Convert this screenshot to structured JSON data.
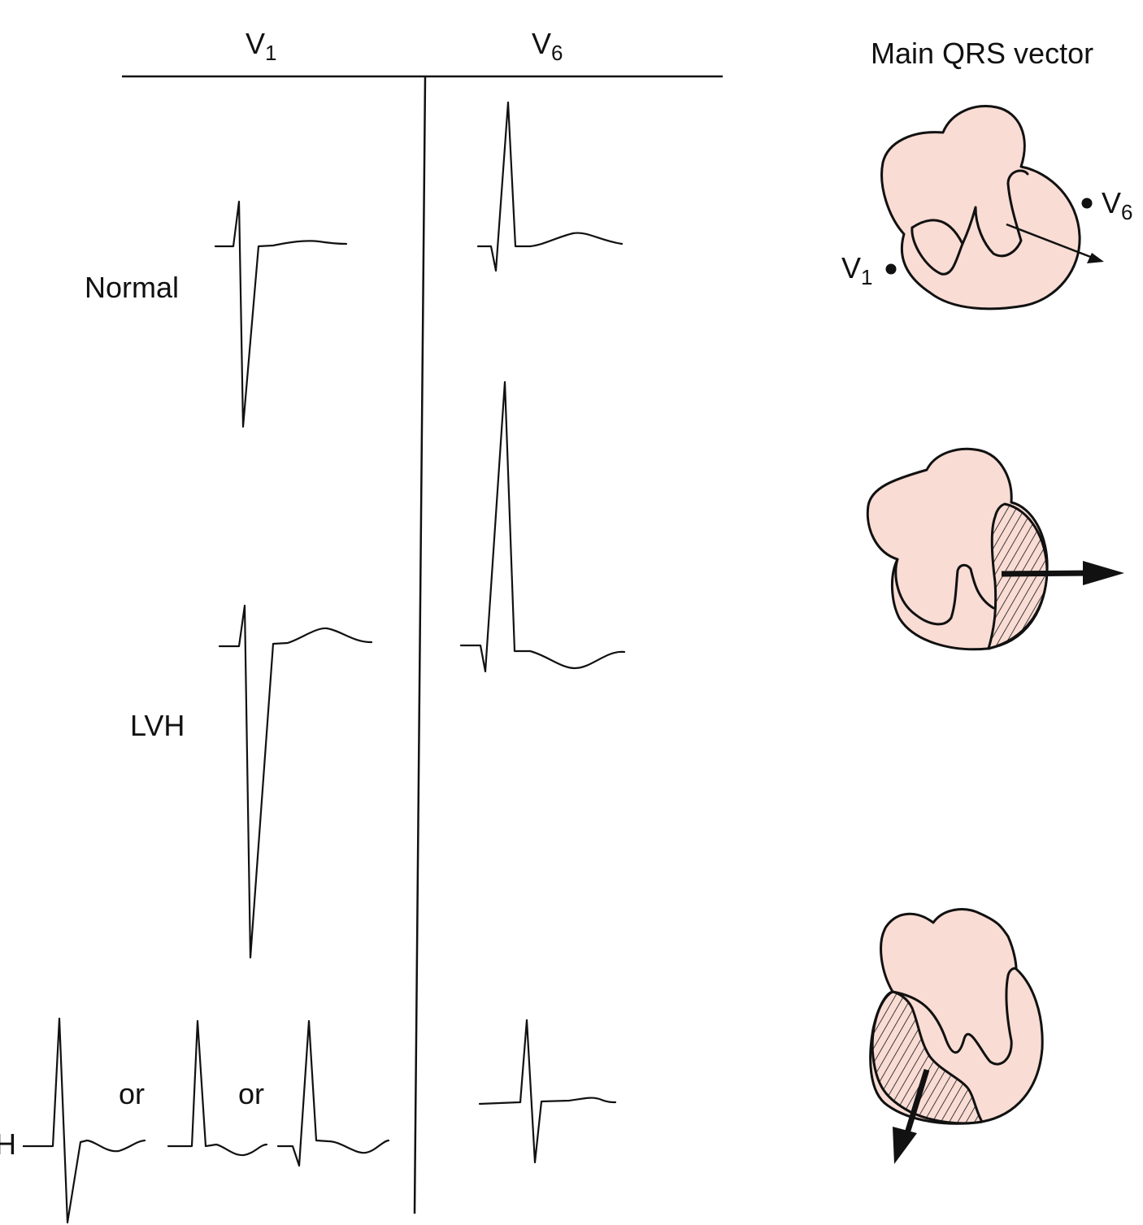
{
  "columns": {
    "v1": {
      "letter": "V",
      "subscript": "1"
    },
    "v6": {
      "letter": "V",
      "subscript": "6"
    },
    "vector": "Main QRS vector"
  },
  "rows": {
    "normal": "Normal",
    "lvh": "LVH",
    "rvh_partial": "H"
  },
  "alternatives": [
    "or",
    "or"
  ],
  "electrodes": {
    "v1": {
      "letter": "V",
      "subscript": "1"
    },
    "v6": {
      "letter": "V",
      "subscript": "6"
    }
  },
  "colors": {
    "heart_fill": "#f9dcd4",
    "line": "#111111",
    "hatch": "#111111"
  }
}
